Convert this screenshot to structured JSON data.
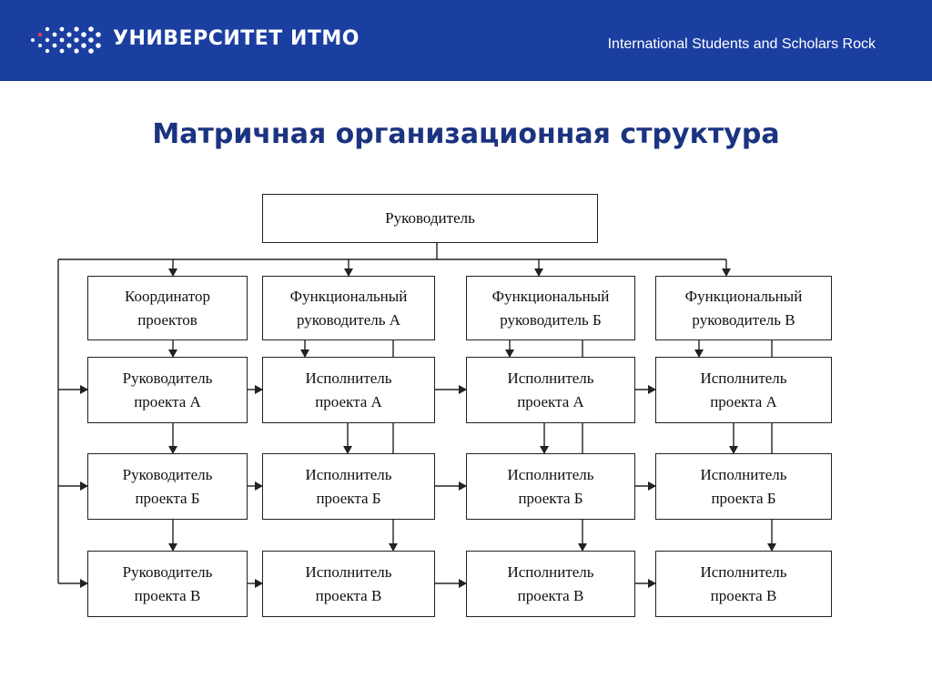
{
  "header": {
    "logo_text": "УНИВЕРСИТЕТ ИТМО",
    "tagline": "International Students and Scholars Rock",
    "background_color": "#1b3fa0",
    "logo_icon": "itmo-dot-logo-icon"
  },
  "slide": {
    "title": "Матричная организационная структура"
  },
  "diagram": {
    "root": "Руководитель",
    "columns": [
      {
        "head": "Координатор\nпроектов",
        "cells": [
          "Руководитель\nпроекта А",
          "Руководитель\nпроекта Б",
          "Руководитель\nпроекта В"
        ]
      },
      {
        "head": "Функциональный\nруководитель А",
        "cells": [
          "Исполнитель\nпроекта А",
          "Исполнитель\nпроекта Б",
          "Исполнитель\nпроекта В"
        ]
      },
      {
        "head": "Функциональный\nруководитель Б",
        "cells": [
          "Исполнитель\nпроекта А",
          "Исполнитель\nпроекта Б",
          "Исполнитель\nпроекта В"
        ]
      },
      {
        "head": "Функциональный\nруководитель В",
        "cells": [
          "Исполнитель\nпроекта А",
          "Исполнитель\nпроекта Б",
          "Исполнитель\nпроекта В"
        ]
      }
    ]
  }
}
